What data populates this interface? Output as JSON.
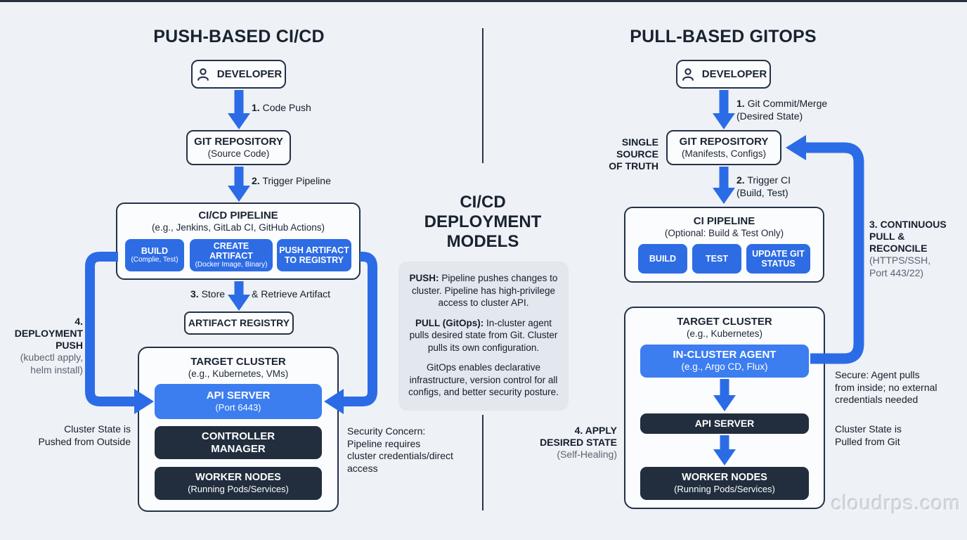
{
  "colors": {
    "arrow": "#2b6ce6",
    "button_blue": "#2e6ce4",
    "light_blue": "#3c7df0",
    "dark_navy": "#222e3e",
    "background": "#eef1f6"
  },
  "watermark": "cloudrps.com",
  "left": {
    "title": "PUSH-BASED CI/CD",
    "developer": "DEVELOPER",
    "step1": {
      "num": "1.",
      "text": "Code Push"
    },
    "git_repo": {
      "title": "GIT REPOSITORY",
      "subtitle": "(Source Code)"
    },
    "step2": {
      "num": "2.",
      "text": "Trigger Pipeline"
    },
    "pipeline": {
      "title": "CI/CD PIPELINE",
      "subtitle": "(e.g., Jenkins, GitLab CI, GitHub Actions)",
      "build": {
        "title": "BUILD",
        "subtitle": "(Complie, Test)"
      },
      "create": {
        "title": "CREATE ARTIFACT",
        "subtitle": "(Docker Image, Binary)"
      },
      "push": {
        "title": "PUSH ARTIFACT TO REGISTRY"
      }
    },
    "step3": {
      "num": "3.",
      "text": "Store"
    },
    "step3b": "& Retrieve Artifact",
    "registry": "ARTIFACT REGISTRY",
    "cluster": {
      "title": "TARGET CLUSTER",
      "subtitle": "(e.g., Kubernetes, VMs)",
      "api": {
        "title": "API SERVER",
        "subtitle": "(Port 6443)"
      },
      "controller": "CONTROLLER\nMANAGER",
      "workers": {
        "title": "WORKER NODES",
        "subtitle": "(Running Pods/Services)"
      }
    },
    "step4": {
      "bold": "4.\nDEPLOYMENT\nPUSH",
      "note": "(kubectl apply,\nhelm install)"
    },
    "state_note": "Cluster State is\nPushed from Outside",
    "security_note": "Security Concern:\nPipeline requires\ncluster credentials/direct\naccess"
  },
  "center": {
    "title": "CI/CD\nDEPLOYMENT\nMODELS",
    "p1_bold": "PUSH:",
    "p1_text": " Pipeline pushes changes to cluster. Pipeline has high-privilege access to cluster API.",
    "p2_bold": "PULL (GitOps):",
    "p2_text": " In-cluster agent pulls desired state from Git. Cluster pulls its own configuration.",
    "p3_text": "GitOps enables declarative infrastructure, version control for all configs, and better security posture.",
    "step4": {
      "bold": "4. APPLY\nDESIRED STATE",
      "note": "(Self-Healing)"
    }
  },
  "right": {
    "title": "PULL-BASED GITOPS",
    "developer": "DEVELOPER",
    "step1": {
      "num": "1.",
      "text": "Git Commit/Merge",
      "sub": "(Desired State)"
    },
    "ssot": "SINGLE SOURCE\nOF TRUTH",
    "git_repo": {
      "title": "GIT REPOSITORY",
      "subtitle": "(Manifests, Configs)"
    },
    "step2": {
      "num": "2.",
      "text": "Trigger CI",
      "sub": "(Build, Test)"
    },
    "pipeline": {
      "title": "CI PIPELINE",
      "subtitle": "(Optional: Build & Test Only)",
      "build": "BUILD",
      "test": "TEST",
      "update": "UPDATE GIT STATUS"
    },
    "step3": {
      "bold": "3. CONTINUOUS\nPULL &\nRECONCILE",
      "note": "(HTTPS/SSH,\nPort 443/22)"
    },
    "cluster": {
      "title": "TARGET CLUSTER",
      "subtitle": "(e.g., Kubernetes)",
      "agent": {
        "title": "IN-CLUSTER AGENT",
        "subtitle": "(e.g., Argo CD, Flux)"
      },
      "api": "API SERVER",
      "workers": {
        "title": "WORKER NODES",
        "subtitle": "(Running Pods/Services)"
      }
    },
    "secure_note": "Secure: Agent pulls\nfrom inside; no external\ncredentials needed",
    "state_note": "Cluster State is\nPulled from Git"
  }
}
